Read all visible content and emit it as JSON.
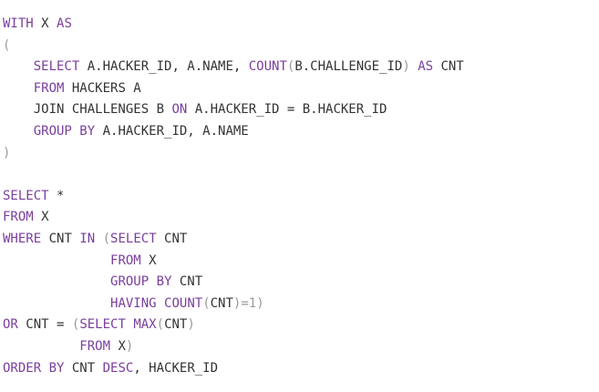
{
  "code": {
    "language": "sql",
    "lines": [
      [
        {
          "t": "kw",
          "v": "WITH"
        },
        {
          "t": "id",
          "v": " X "
        },
        {
          "t": "kw",
          "v": "AS"
        }
      ],
      [
        {
          "t": "p",
          "v": "("
        }
      ],
      [
        {
          "t": "id",
          "v": "    "
        },
        {
          "t": "kw",
          "v": "SELECT"
        },
        {
          "t": "id",
          "v": " A.HACKER_ID, A.NAME, "
        },
        {
          "t": "kw",
          "v": "COUNT"
        },
        {
          "t": "p",
          "v": "("
        },
        {
          "t": "id",
          "v": "B.CHALLENGE_ID"
        },
        {
          "t": "p",
          "v": ")"
        },
        {
          "t": "id",
          "v": " "
        },
        {
          "t": "kw",
          "v": "AS"
        },
        {
          "t": "id",
          "v": " CNT"
        }
      ],
      [
        {
          "t": "id",
          "v": "    "
        },
        {
          "t": "kw",
          "v": "FROM"
        },
        {
          "t": "id",
          "v": " HACKERS A"
        }
      ],
      [
        {
          "t": "id",
          "v": "    JOIN CHALLENGES B "
        },
        {
          "t": "kw",
          "v": "ON"
        },
        {
          "t": "id",
          "v": " A.HACKER_ID = B.HACKER_ID"
        }
      ],
      [
        {
          "t": "id",
          "v": "    "
        },
        {
          "t": "kw",
          "v": "GROUP BY"
        },
        {
          "t": "id",
          "v": " A.HACKER_ID, A.NAME"
        }
      ],
      [
        {
          "t": "p",
          "v": ")"
        }
      ],
      [],
      [
        {
          "t": "kw",
          "v": "SELECT"
        },
        {
          "t": "id",
          "v": " *"
        }
      ],
      [
        {
          "t": "kw",
          "v": "FROM"
        },
        {
          "t": "id",
          "v": " X"
        }
      ],
      [
        {
          "t": "kw",
          "v": "WHERE"
        },
        {
          "t": "id",
          "v": " CNT "
        },
        {
          "t": "kw",
          "v": "IN"
        },
        {
          "t": "id",
          "v": " "
        },
        {
          "t": "p",
          "v": "("
        },
        {
          "t": "kw",
          "v": "SELECT"
        },
        {
          "t": "id",
          "v": " CNT"
        }
      ],
      [
        {
          "t": "id",
          "v": "              "
        },
        {
          "t": "kw",
          "v": "FROM"
        },
        {
          "t": "id",
          "v": " X"
        }
      ],
      [
        {
          "t": "id",
          "v": "              "
        },
        {
          "t": "kw",
          "v": "GROUP BY"
        },
        {
          "t": "id",
          "v": " CNT"
        }
      ],
      [
        {
          "t": "id",
          "v": "              "
        },
        {
          "t": "kw",
          "v": "HAVING"
        },
        {
          "t": "id",
          "v": " "
        },
        {
          "t": "kw",
          "v": "COUNT"
        },
        {
          "t": "p",
          "v": "("
        },
        {
          "t": "id",
          "v": "CNT"
        },
        {
          "t": "p",
          "v": ")=1)"
        }
      ],
      [
        {
          "t": "kw",
          "v": "OR"
        },
        {
          "t": "id",
          "v": " CNT = "
        },
        {
          "t": "p",
          "v": "("
        },
        {
          "t": "kw",
          "v": "SELECT"
        },
        {
          "t": "id",
          "v": " "
        },
        {
          "t": "kw",
          "v": "MAX"
        },
        {
          "t": "p",
          "v": "("
        },
        {
          "t": "id",
          "v": "CNT"
        },
        {
          "t": "p",
          "v": ")"
        }
      ],
      [
        {
          "t": "id",
          "v": "          "
        },
        {
          "t": "kw",
          "v": "FROM"
        },
        {
          "t": "id",
          "v": " X"
        },
        {
          "t": "p",
          "v": ")"
        }
      ],
      [
        {
          "t": "kw",
          "v": "ORDER BY"
        },
        {
          "t": "id",
          "v": " CNT "
        },
        {
          "t": "kw",
          "v": "DESC"
        },
        {
          "t": "id",
          "v": ", HACKER_ID"
        }
      ]
    ]
  }
}
